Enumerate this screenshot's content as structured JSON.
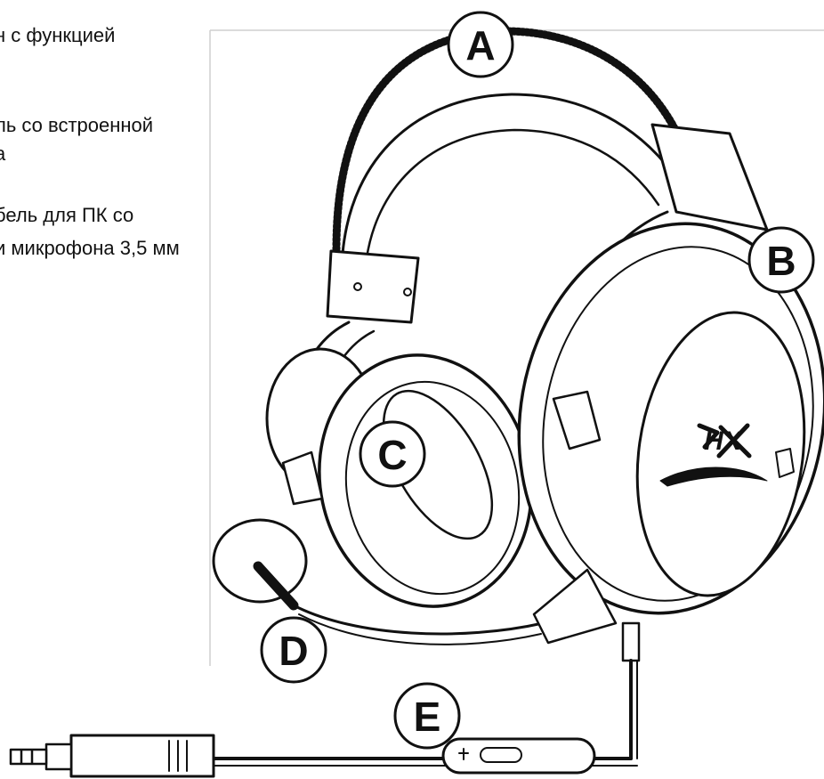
{
  "figure": {
    "description_lines": [
      "н с функцией",
      "ль со встроенной",
      "а",
      "бель для ПК со",
      "и микрофона 3,5 мм"
    ],
    "callouts": {
      "headband": "A",
      "ear_cup": "B",
      "ear_cushion": "C",
      "microphone": "D",
      "cable": "E"
    },
    "brand_mark": "HX"
  },
  "colors": {
    "line": "#111111",
    "background": "#ffffff",
    "frame": "#cfcfcf"
  }
}
